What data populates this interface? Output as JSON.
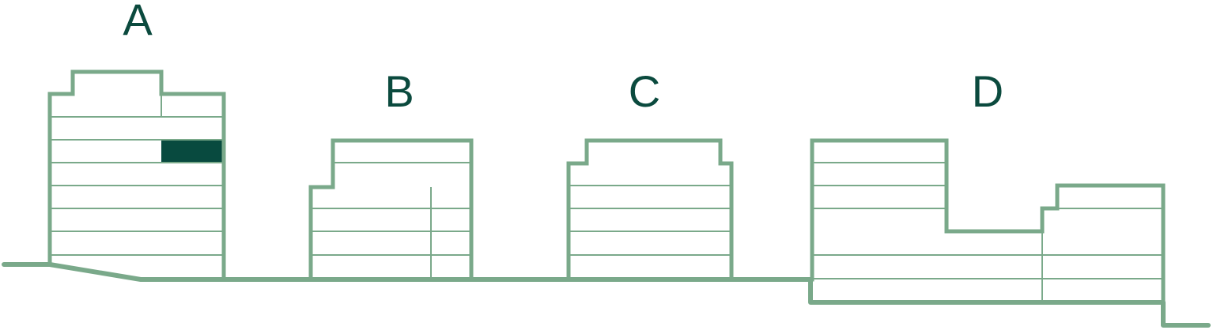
{
  "colors": {
    "outline": "#7aa98a",
    "highlight": "#084a3f",
    "label": "#0b4a3e",
    "background": "#ffffff"
  },
  "buildings": [
    {
      "id": "A",
      "label": "A",
      "highlighted_unit": true
    },
    {
      "id": "B",
      "label": "B"
    },
    {
      "id": "C",
      "label": "C"
    },
    {
      "id": "D",
      "label": "D"
    }
  ]
}
